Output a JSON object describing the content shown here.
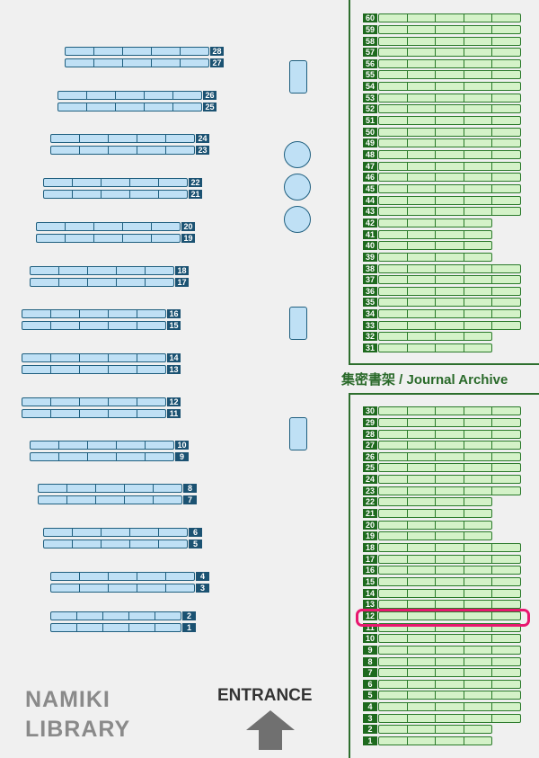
{
  "library_name": "NAMIKI\nLIBRARY",
  "entrance_label": "ENTRANCE",
  "journal_archive_label": "集密書架 / Journal Archive",
  "highlighted_shelf": "12",
  "colors": {
    "main_shelf_fill": "#bfe0f5",
    "main_shelf_label": "#1b5272",
    "journal_shelf_fill": "#d4f2c8",
    "journal_shelf_label": "#1e6a1e",
    "highlight": "#e8176f",
    "wall": "#2e6f2e"
  },
  "icons": {
    "entrance": "up-arrow-icon"
  },
  "main_shelves": {
    "labels": [
      "1",
      "2",
      "3",
      "4",
      "5",
      "6",
      "7",
      "8",
      "9",
      "10",
      "11",
      "12",
      "13",
      "14",
      "15",
      "16",
      "17",
      "18",
      "19",
      "20",
      "21",
      "22",
      "23",
      "24",
      "25",
      "26",
      "27",
      "28"
    ]
  },
  "journal_lower": {
    "labels": [
      "1",
      "2",
      "3",
      "4",
      "5",
      "6",
      "7",
      "8",
      "9",
      "10",
      "11",
      "12",
      "13",
      "14",
      "15",
      "16",
      "17",
      "18",
      "19",
      "20",
      "21",
      "22",
      "23",
      "24",
      "25",
      "26",
      "27",
      "28",
      "29",
      "30"
    ]
  },
  "journal_upper": {
    "labels": [
      "31",
      "32",
      "33",
      "34",
      "35",
      "36",
      "37",
      "38",
      "39",
      "40",
      "41",
      "42",
      "43",
      "44",
      "45",
      "46",
      "47",
      "48",
      "49",
      "50",
      "51",
      "52",
      "53",
      "54",
      "55",
      "56",
      "57",
      "58",
      "59",
      "60"
    ]
  }
}
